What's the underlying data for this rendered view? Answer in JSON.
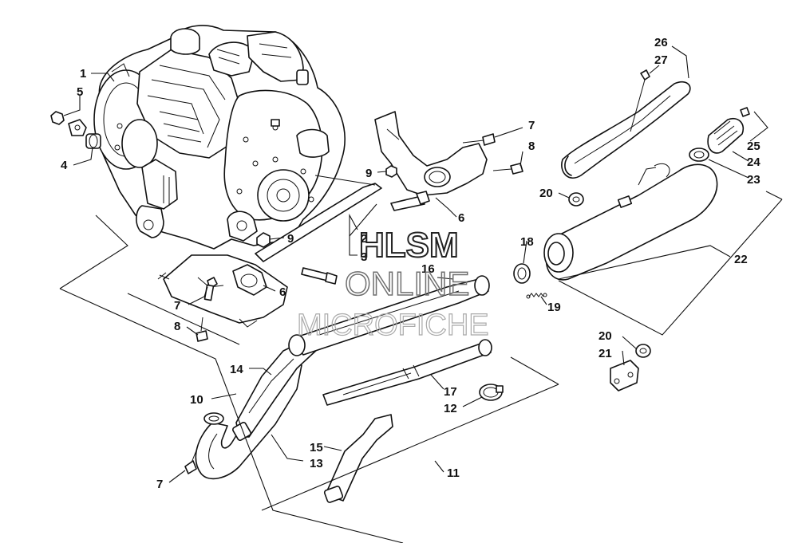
{
  "watermark": {
    "line1": "HLSM",
    "line2": "ONLINE",
    "line3": "MICROFICHE"
  },
  "callouts": [
    {
      "id": "c1",
      "text": "1"
    },
    {
      "id": "c5",
      "text": "5"
    },
    {
      "id": "c4",
      "text": "4"
    },
    {
      "id": "c26",
      "text": "26"
    },
    {
      "id": "c27",
      "text": "27"
    },
    {
      "id": "c7a",
      "text": "7"
    },
    {
      "id": "c8a",
      "text": "8"
    },
    {
      "id": "c9a",
      "text": "9"
    },
    {
      "id": "c25",
      "text": "25"
    },
    {
      "id": "c24",
      "text": "24"
    },
    {
      "id": "c23",
      "text": "23"
    },
    {
      "id": "c20a",
      "text": "20"
    },
    {
      "id": "c6a",
      "text": "6"
    },
    {
      "id": "c2",
      "text": "2"
    },
    {
      "id": "c3",
      "text": "3"
    },
    {
      "id": "c9b",
      "text": "9"
    },
    {
      "id": "c18",
      "text": "18"
    },
    {
      "id": "c22",
      "text": "22"
    },
    {
      "id": "c16",
      "text": "16"
    },
    {
      "id": "c6b",
      "text": "6"
    },
    {
      "id": "c7b",
      "text": "7"
    },
    {
      "id": "c19",
      "text": "19"
    },
    {
      "id": "c8b",
      "text": "8"
    },
    {
      "id": "c20b",
      "text": "20"
    },
    {
      "id": "c21",
      "text": "21"
    },
    {
      "id": "c14",
      "text": "14"
    },
    {
      "id": "c17",
      "text": "17"
    },
    {
      "id": "c12",
      "text": "12"
    },
    {
      "id": "c10",
      "text": "10"
    },
    {
      "id": "c15",
      "text": "15"
    },
    {
      "id": "c13",
      "text": "13"
    },
    {
      "id": "c11",
      "text": "11"
    },
    {
      "id": "c7c",
      "text": "7"
    }
  ]
}
